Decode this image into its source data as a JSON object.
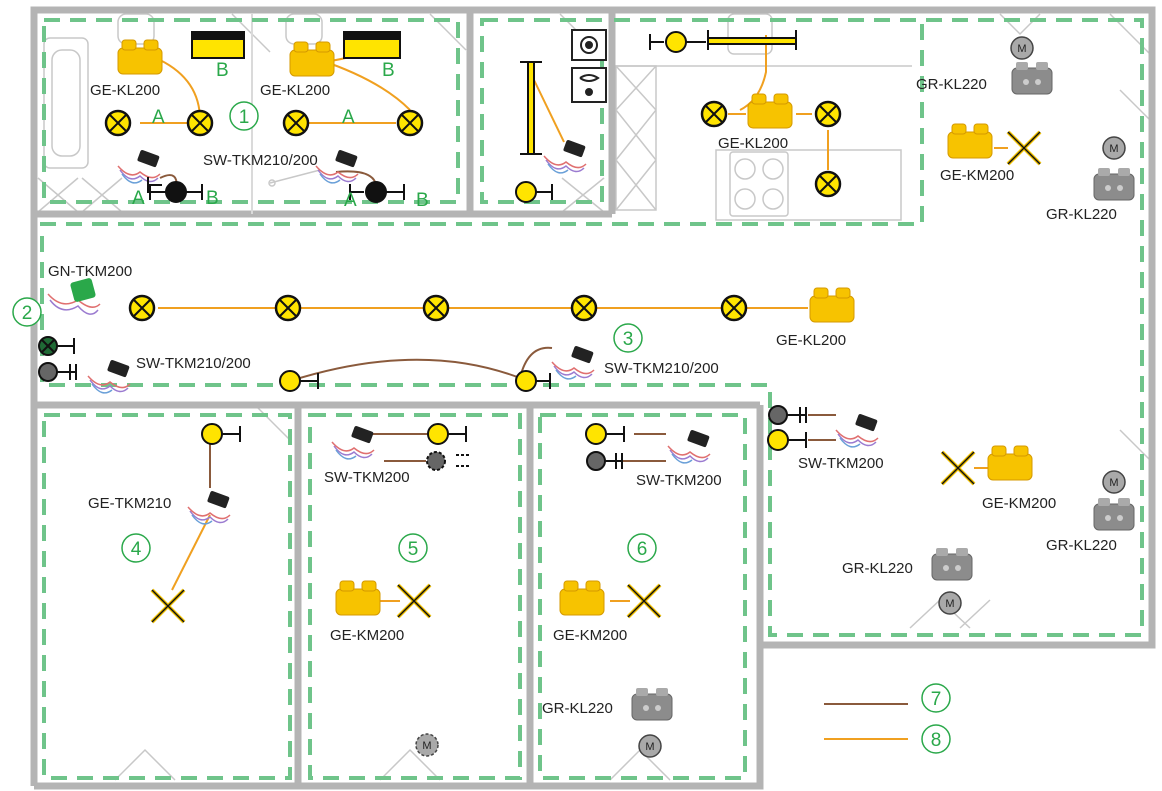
{
  "colors": {
    "wall": "#b4b4b4",
    "zone": "#6fc48a",
    "wire7": "#8a5a3c",
    "wire8": "#f0a020",
    "lamp": "#ffe400",
    "actuator": "#f7c300",
    "gray_actuator": "#9a9a9a",
    "label_green": "#2aa84a",
    "fixture": "#d9d9d9"
  },
  "icons": [
    "ceiling-lamp-icon",
    "push-button-icon",
    "blind-motor-icon",
    "actuator-module-icon",
    "wireless-transmitter-icon",
    "led-strip-icon",
    "cooktop-icon",
    "socket-icon"
  ],
  "labels": {
    "ge_kl200_1": "GE-KL200",
    "ge_kl200_2": "GE-KL200",
    "ge_kl200_kitchen": "GE-KL200",
    "ge_kl200_hall": "GE-KL200",
    "sw_tkm210_200_bath": "SW-TKM210/200",
    "sw_tkm210_200_hall_left": "SW-TKM210/200",
    "sw_tkm210_200_hall_right": "SW-TKM210/200",
    "gn_tkm200": "GN-TKM200",
    "gr_kl220_1": "GR-KL220",
    "gr_kl220_2": "GR-KL220",
    "gr_kl220_3": "GR-KL220",
    "gr_kl220_4": "GR-KL220",
    "gr_kl220_5": "GR-KL220",
    "ge_km200_1": "GE-KM200",
    "ge_km200_2": "GE-KM200",
    "ge_km200_3": "GE-KM200",
    "ge_km200_4": "GE-KM200",
    "ge_tkm210": "GE-TKM210",
    "sw_tkm200_1": "SW-TKM200",
    "sw_tkm200_2": "SW-TKM200",
    "sw_tkm200_3": "SW-TKM200",
    "channel_a": "A",
    "channel_b": "B",
    "motor": "M"
  },
  "zones": {
    "z1": "1",
    "z2": "2",
    "z3": "3",
    "z4": "4",
    "z5": "5",
    "z6": "6",
    "z7": "7",
    "z8": "8"
  }
}
